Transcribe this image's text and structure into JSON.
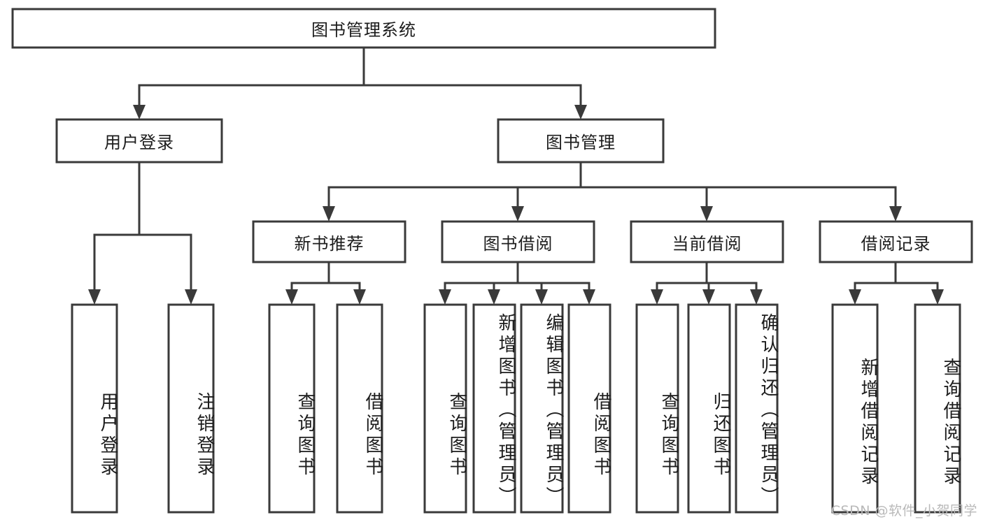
{
  "diagram": {
    "title": "图书管理系统",
    "type": "tree-hierarchy-chart",
    "root": {
      "id": "root",
      "label": "图书管理系统",
      "orientation": "horizontal"
    },
    "level2": [
      {
        "id": "user-login",
        "label": "用户登录",
        "orientation": "horizontal"
      },
      {
        "id": "book-manage",
        "label": "图书管理",
        "orientation": "horizontal"
      }
    ],
    "level3": [
      {
        "id": "new-book-recommend",
        "label": "新书推荐",
        "orientation": "horizontal",
        "parent": "book-manage"
      },
      {
        "id": "book-borrow",
        "label": "图书借阅",
        "orientation": "horizontal",
        "parent": "book-manage"
      },
      {
        "id": "current-borrow",
        "label": "当前借阅",
        "orientation": "horizontal",
        "parent": "book-manage"
      },
      {
        "id": "borrow-record",
        "label": "借阅记录",
        "orientation": "horizontal",
        "parent": "book-manage"
      }
    ],
    "leaves": [
      {
        "id": "leaf-user-login",
        "label": "用户登录",
        "orientation": "vertical",
        "parent": "user-login"
      },
      {
        "id": "leaf-logout",
        "label": "注销登录",
        "orientation": "vertical",
        "parent": "user-login"
      },
      {
        "id": "leaf-query-book-1",
        "label": "查询图书",
        "orientation": "vertical",
        "parent": "new-book-recommend"
      },
      {
        "id": "leaf-borrow-book-1",
        "label": "借阅图书",
        "orientation": "vertical",
        "parent": "new-book-recommend"
      },
      {
        "id": "leaf-query-book-2",
        "label": "查询图书",
        "orientation": "vertical",
        "parent": "book-borrow"
      },
      {
        "id": "leaf-add-book",
        "label": "新增图书（管理员）",
        "orientation": "vertical",
        "parent": "book-borrow"
      },
      {
        "id": "leaf-edit-book",
        "label": "编辑图书（管理员）",
        "orientation": "vertical",
        "parent": "book-borrow"
      },
      {
        "id": "leaf-borrow-book-2",
        "label": "借阅图书",
        "orientation": "vertical",
        "parent": "book-borrow"
      },
      {
        "id": "leaf-query-book-3",
        "label": "查询图书",
        "orientation": "vertical",
        "parent": "current-borrow"
      },
      {
        "id": "leaf-return-book",
        "label": "归还图书",
        "orientation": "vertical",
        "parent": "current-borrow"
      },
      {
        "id": "leaf-confirm-return",
        "label": "确认归还（管理员）",
        "orientation": "vertical",
        "parent": "current-borrow"
      },
      {
        "id": "leaf-add-record",
        "label": "新增借阅记录",
        "orientation": "vertical",
        "parent": "borrow-record"
      },
      {
        "id": "leaf-query-record",
        "label": "查询借阅记录",
        "orientation": "vertical",
        "parent": "borrow-record"
      }
    ],
    "colors": {
      "stroke": "#3a3a3a",
      "fill": "#ffffff",
      "text": "#1c1c1c",
      "watermark": "#b9b9b9",
      "background": "#ffffff"
    }
  },
  "watermark": {
    "text": "CSDN @软件_小贺同学"
  }
}
